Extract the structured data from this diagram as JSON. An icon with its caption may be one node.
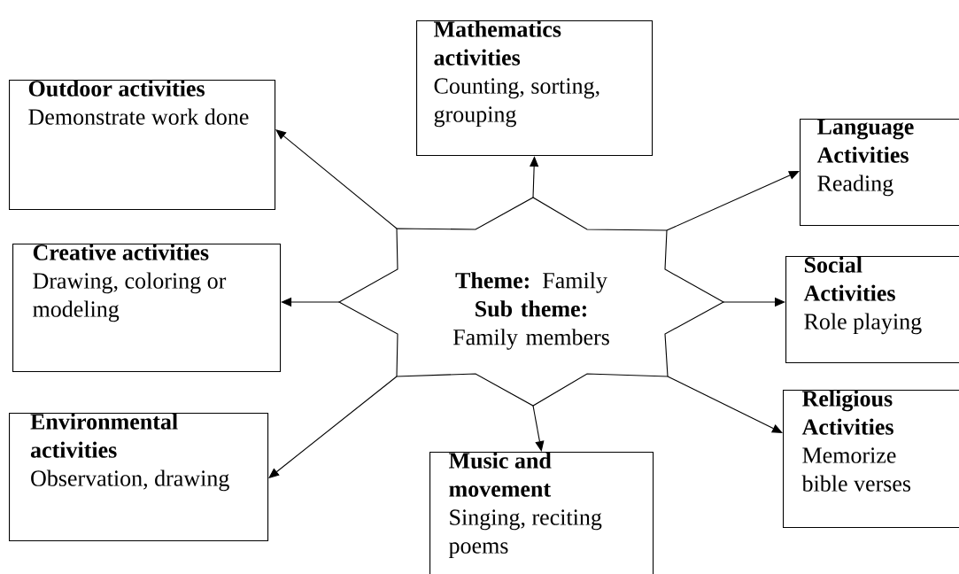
{
  "diagram": {
    "nodes": [
      {
        "text": [
          "**Theme:** Family",
          "**Sub theme:** Family members"
        ]
      },
      {
        "text": [
          "Mathematics activities",
          "Counting, sorting, grouping"
        ]
      },
      {
        "text": [
          "Outdoor activities",
          "Demonstrate work done"
        ]
      },
      {
        "text": [
          "Language Activities",
          "Reading"
        ]
      },
      {
        "text": [
          "Creative activities",
          "Drawing, coloring or modeling"
        ]
      },
      {
        "text": [
          "Social Activities",
          "Role playing"
        ]
      },
      {
        "text": [
          "Religious Activities",
          "Memorize bible verses"
        ]
      },
      {
        "text": [
          "Environmental activities",
          "Observation, drawing"
        ]
      },
      {
        "text": [
          "Music and movement",
          "Singing, reciting poems"
        ]
      }
    ],
    "edges": [
      {
        "from": 0,
        "to": 1,
        "arrow": "to"
      },
      {
        "from": 0,
        "to": 2,
        "arrow": "to"
      },
      {
        "from": 0,
        "to": 3,
        "arrow": "to"
      },
      {
        "from": 0,
        "to": 4,
        "arrow": "to"
      },
      {
        "from": 0,
        "to": 5,
        "arrow": "to"
      },
      {
        "from": 0,
        "to": 6,
        "arrow": "to"
      },
      {
        "from": 0,
        "to": 7,
        "arrow": "to"
      },
      {
        "from": 0,
        "to": 8,
        "arrow": "to"
      }
    ]
  }
}
